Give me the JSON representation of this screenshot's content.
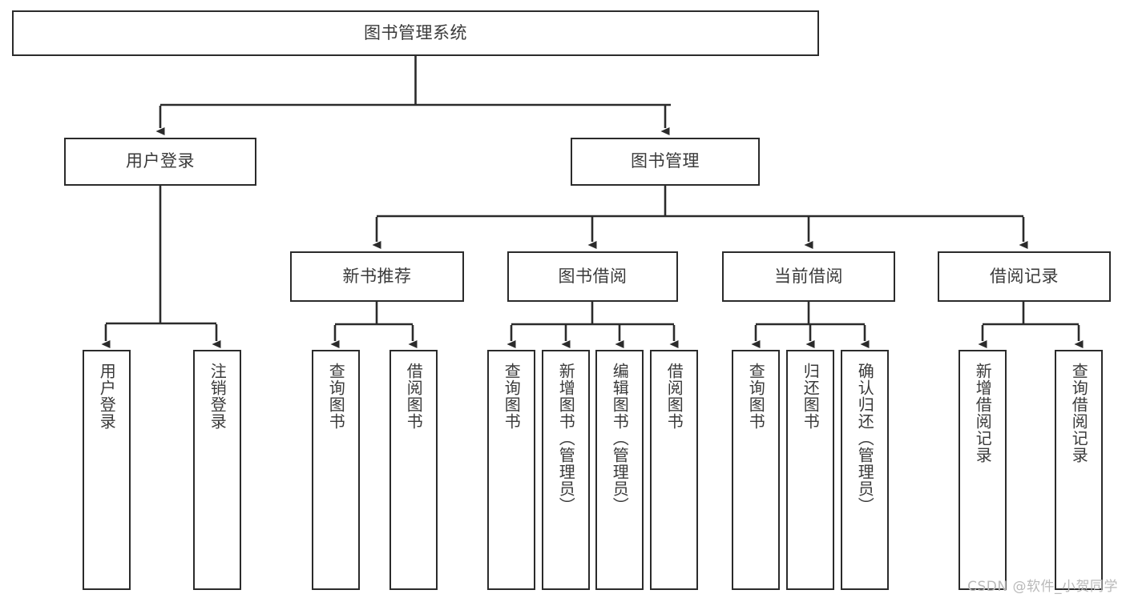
{
  "diagram": {
    "type": "tree-hierarchy",
    "title": "图书管理系统",
    "root": {
      "label": "图书管理系统",
      "level": 0
    },
    "level1": [
      {
        "label": "用户登录"
      },
      {
        "label": "图书管理"
      }
    ],
    "level2": [
      {
        "label": "新书推荐",
        "parent": "图书管理"
      },
      {
        "label": "图书借阅",
        "parent": "图书管理"
      },
      {
        "label": "当前借阅",
        "parent": "图书管理"
      },
      {
        "label": "借阅记录",
        "parent": "图书管理"
      }
    ],
    "leaves": {
      "user_login": [
        {
          "label": "用户登录"
        },
        {
          "label": "注销登录"
        }
      ],
      "new_book_recommend": [
        {
          "label": "查询图书"
        },
        {
          "label": "借阅图书"
        }
      ],
      "book_borrow": [
        {
          "label": "查询图书"
        },
        {
          "label": "新增图书（管理员）"
        },
        {
          "label": "编辑图书（管理员）"
        },
        {
          "label": "借阅图书"
        }
      ],
      "current_borrow": [
        {
          "label": "查询图书"
        },
        {
          "label": "归还图书"
        },
        {
          "label": "确认归还（管理员）"
        }
      ],
      "borrow_record": [
        {
          "label": "新增借阅记录"
        },
        {
          "label": "查询借阅记录"
        }
      ]
    }
  },
  "watermark": {
    "text": "CSDN @软件_小贺同学"
  },
  "colors": {
    "stroke": "#2b2b2b",
    "text": "#3a3a3a",
    "background": "#ffffff",
    "watermark": "#b9b9b9"
  }
}
